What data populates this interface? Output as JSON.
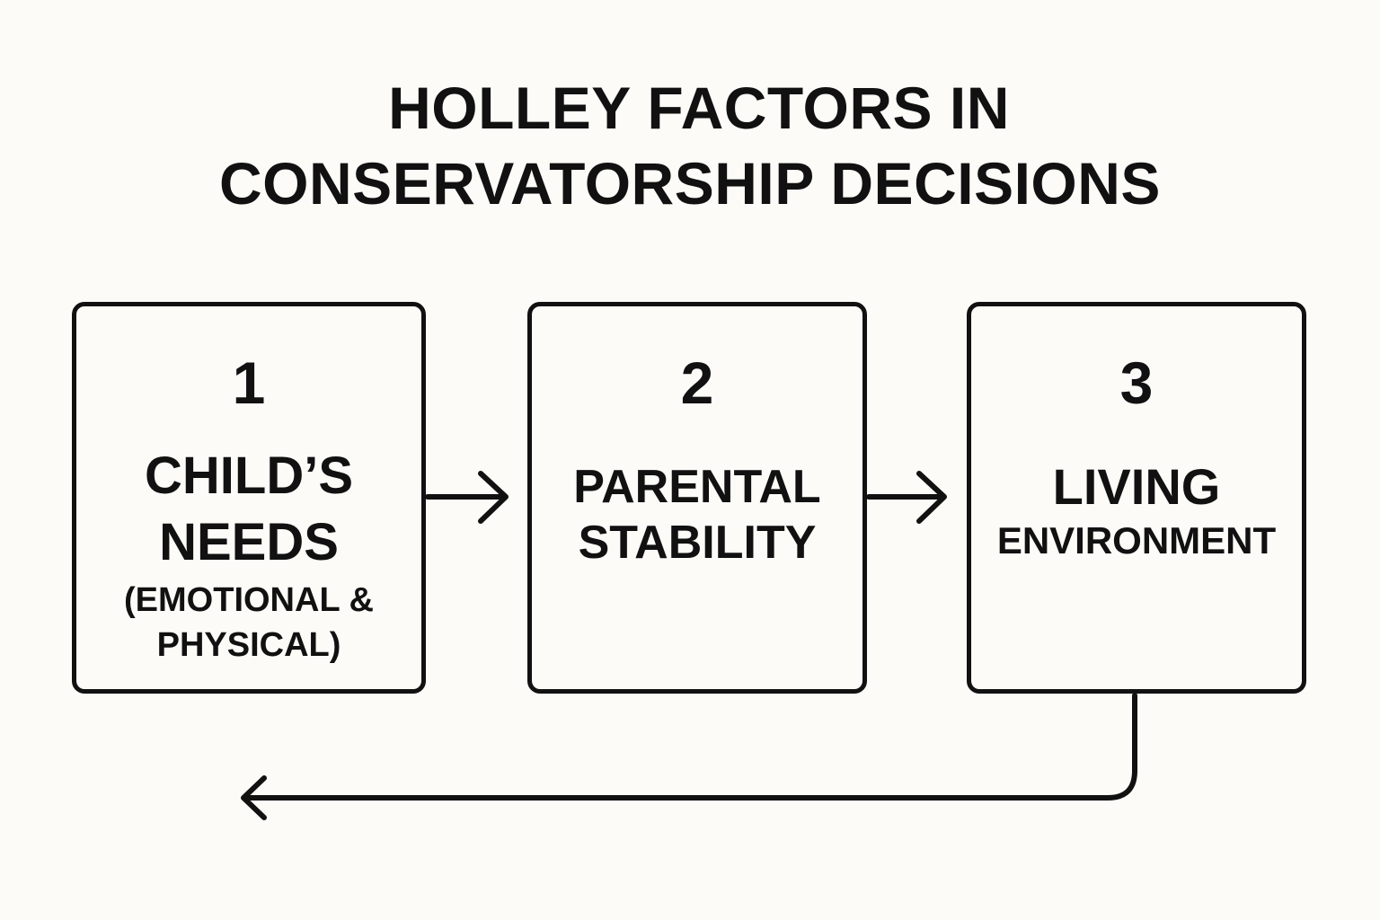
{
  "title": {
    "line1": "HOLLEY FACTORS IN",
    "line2": "CONSERVATORSHIP DECISIONS"
  },
  "factors": [
    {
      "number": "1",
      "label_line1": "CHILD’S",
      "label_line2": "NEEDS",
      "detail_line1": "(EMOTIONAL &",
      "detail_line2": "PHYSICAL)"
    },
    {
      "number": "2",
      "label_line1": "PARENTAL",
      "label_line2": "STABILITY"
    },
    {
      "number": "3",
      "label_line1": "LIVING",
      "label_line2": "ENVIRONMENT"
    }
  ],
  "colors": {
    "background": "#fcfbf7",
    "ink": "#111111"
  }
}
